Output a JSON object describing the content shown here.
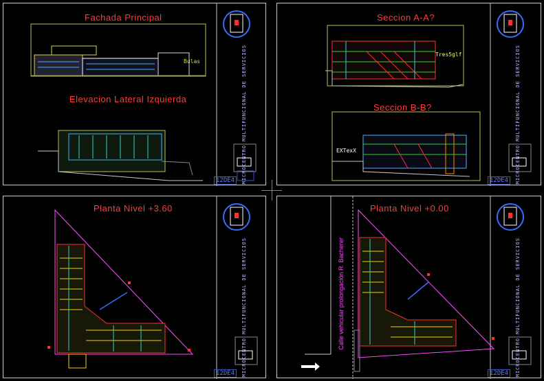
{
  "colors": {
    "background": "#000000",
    "title": "#ff3b3b",
    "frame": "#c9c9c9",
    "accent_blue": "#3a55c0",
    "street": "#ff4fff"
  },
  "sheets": [
    {
      "titles": [
        "Fachada Principal",
        "Elevacion Lateral Izquierda"
      ],
      "labels": [
        "Bulas"
      ],
      "sheet_tag": "12DE4",
      "vertical_text": "MICROCENTRO MULTIFUNCIONAL DE SERVICIOS"
    },
    {
      "titles": [
        "Seccion A-A?",
        "Seccion B-B?"
      ],
      "labels": [
        "Tres5glf",
        "EXTexX"
      ],
      "sheet_tag": "12DE4",
      "vertical_text": "MICROCENTRO MULTIFUNCIONAL DE SERVICIOS"
    },
    {
      "titles": [
        "Planta Nivel +3.60"
      ],
      "labels": [],
      "sheet_tag": "12DE4",
      "vertical_text": "MICROCENTRO MULTIFUNCIONAL DE SERVICIOS"
    },
    {
      "titles": [
        "Planta Nivel +0.00"
      ],
      "labels": [],
      "street_label": "Calle vehicular prolongación R. Bacherer",
      "sheet_tag": "12DE4",
      "vertical_text": "MICROCENTRO MULTIFUNCIONAL DE SERVICIOS"
    }
  ]
}
